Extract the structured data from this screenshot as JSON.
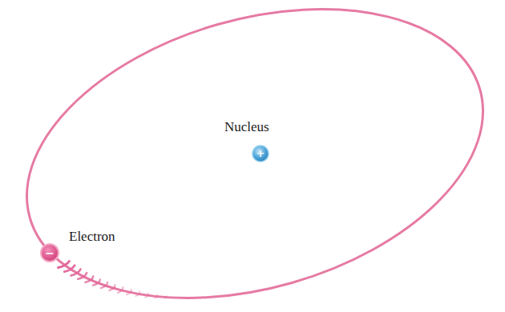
{
  "diagram": {
    "labels": [
      "Nucleus",
      "+",
      "Electron",
      "−"
    ]
  }
}
